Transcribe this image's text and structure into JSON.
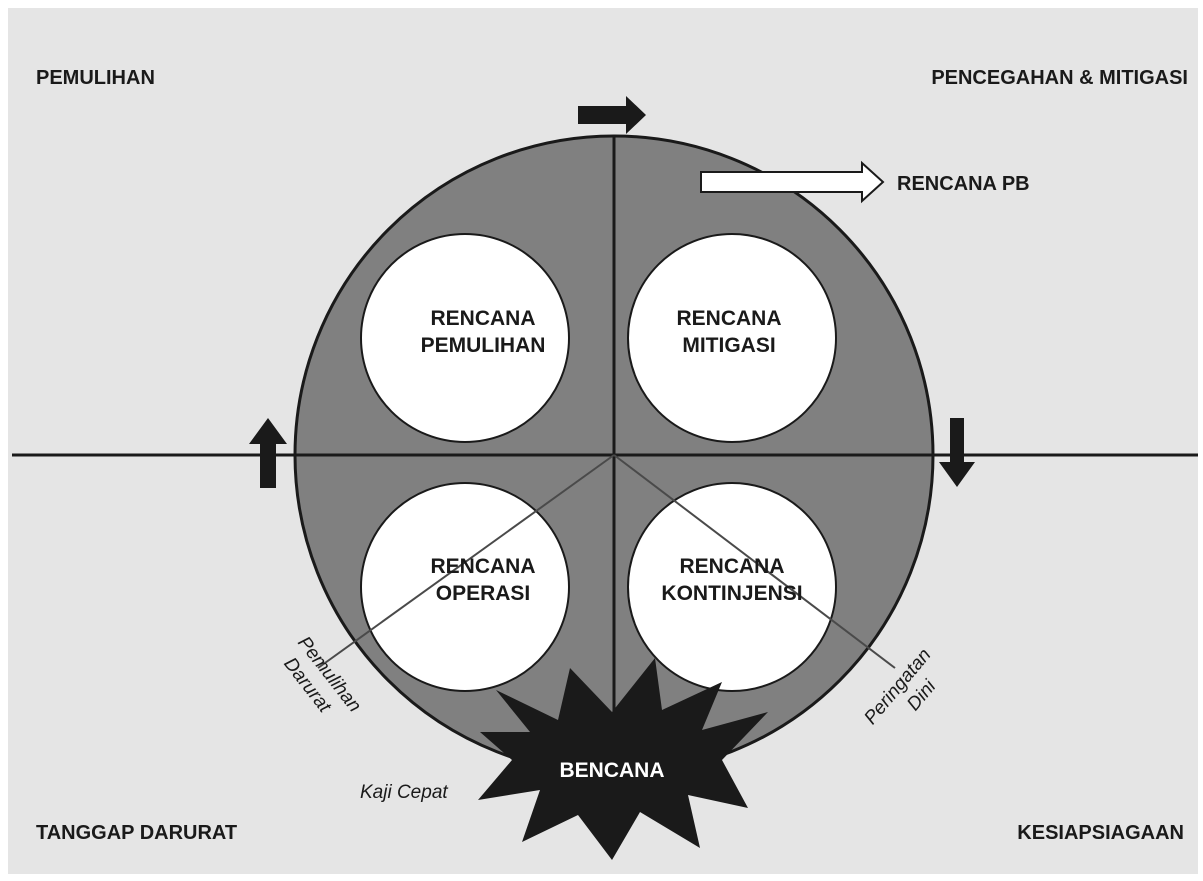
{
  "colors": {
    "background": "#e5e5e5",
    "circle_fill": "#808080",
    "inner_circle_fill": "#ffffff",
    "line": "#1a1a1a",
    "burst_fill": "#1a1a1a"
  },
  "quadrants": {
    "top_left": "PEMULIHAN",
    "top_right": "PENCEGAHAN & MITIGASI",
    "bottom_left": "TANGGAP DARURAT",
    "bottom_right": "KESIAPSIAGAAN"
  },
  "rencana_pb": "RENCANA PB",
  "plans": {
    "pemulihan": {
      "line1": "RENCANA",
      "line2": "PEMULIHAN"
    },
    "mitigasi": {
      "line1": "RENCANA",
      "line2": "MITIGASI"
    },
    "operasi": {
      "line1": "RENCANA",
      "line2": "OPERASI"
    },
    "kontinjensi": {
      "line1": "RENCANA",
      "line2": "KONTINJENSI"
    }
  },
  "bencana": "BENCANA",
  "annotations": {
    "pemulihan_darurat": {
      "line1": "Pemulihan",
      "line2": "Darurat"
    },
    "peringatan_dini": {
      "line1": "Peringatan",
      "line2": "Dini"
    },
    "kaji_cepat": "Kaji Cepat"
  },
  "cycle_arrows": [
    "right",
    "down",
    "up"
  ]
}
